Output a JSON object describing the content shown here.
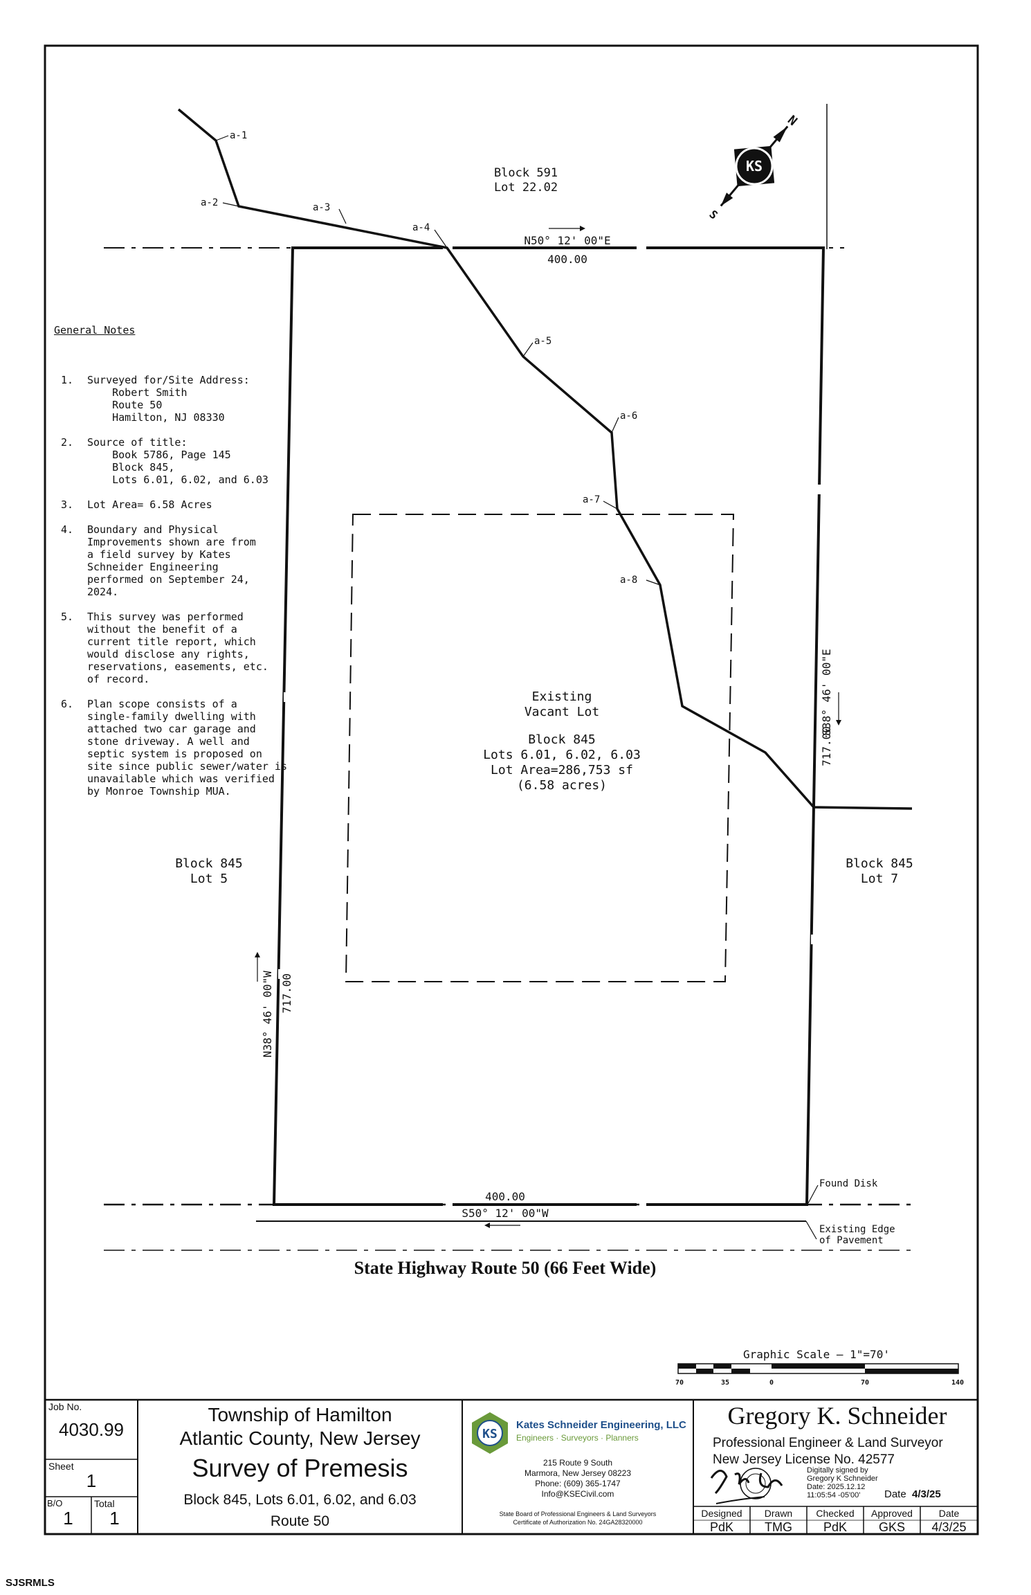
{
  "notes": {
    "title": "General Notes",
    "items": [
      {
        "num": "1.",
        "text": "Surveyed for/Site Address:\n    Robert Smith\n    Route 50\n    Hamilton, NJ 08330"
      },
      {
        "num": "2.",
        "text": "Source of title:\n    Book 5786, Page 145\n    Block 845,\n    Lots 6.01, 6.02, and 6.03"
      },
      {
        "num": "3.",
        "text": "Lot Area= 6.58 Acres"
      },
      {
        "num": "4.",
        "text": "Boundary and Physical\nImprovements shown are from\na field survey by Kates\nSchneider Engineering\nperformed on September 24,\n2024."
      },
      {
        "num": "5.",
        "text": "This survey was performed\nwithout the benefit of a\ncurrent title report, which\nwould disclose any rights,\nreservations, easements, etc.\nof record."
      },
      {
        "num": "6.",
        "text": "Plan scope consists of a\nsingle-family dwelling with\nattached two car garage and\nstone driveway. A well and\nseptic system is proposed on\nsite since public sewer/water is\nunavailable which was verified\nby Monroe Township MUA."
      }
    ]
  },
  "plan": {
    "block591": [
      "Block 591",
      "Lot 22.02"
    ],
    "north_bearing": "N50° 12' 00\"E",
    "north_distance": "400.00",
    "east_bearing": "S38° 46' 00\"E",
    "east_distance": "717.00",
    "west_bearing": "N38° 46' 00\"W",
    "west_distance": "717.00",
    "south_bearing": "S50° 12' 00\"W",
    "south_distance": "400.00",
    "center": [
      "Existing",
      "Vacant Lot",
      "",
      "Block 845",
      "Lots 6.01, 6.02, 6.03",
      "Lot Area=286,753 sf",
      "(6.58 acres)"
    ],
    "west_lot": [
      "Block 845",
      "Lot 5"
    ],
    "east_lot": [
      "Block 845",
      "Lot 7"
    ],
    "found_disk": "Found Disk",
    "pavement": [
      "Existing Edge",
      "of Pavement"
    ],
    "road": "State Highway Route 50 (66 Feet Wide)",
    "points": [
      "a-1",
      "a-2",
      "a-3",
      "a-4",
      "a-5",
      "a-6",
      "a-7",
      "a-8"
    ],
    "north_arrow": {
      "logo": "KS",
      "n": "N",
      "s": "S"
    },
    "scale": {
      "title": "Graphic Scale — 1\"=70'",
      "ticks": [
        "70",
        "35",
        "0",
        "70",
        "140"
      ]
    }
  },
  "titleblock": {
    "job_label": "Job No.",
    "job_no": "4030.99",
    "sheet_label": "Sheet",
    "sheet_no": "1",
    "bo_label": "B/O",
    "bo": "1",
    "total_label": "Total",
    "total": "1",
    "township": "Township of Hamilton",
    "county": "Atlantic County, New Jersey",
    "survey_title": "Survey of Premesis",
    "lots": "Block 845, Lots 6.01, 6.02, and 6.03",
    "route": "Route 50",
    "firm_logo": "KS",
    "firm_name": "Kates Schneider Engineering, LLC",
    "firm_tagline": "Engineers · Surveyors · Planners",
    "firm_address": "215 Route 9 South",
    "firm_city": "Marmora, New Jersey 08223",
    "firm_phone": "Phone: (609) 365-1747",
    "firm_email": "Info@KSECivil.com",
    "firm_board": "State Board of Professional Engineers & Land Surveyors",
    "firm_cert": "Certificate of Authorization No. 24GA28320000",
    "engineer": "Gregory K. Schneider",
    "engineer_title": "Professional Engineer & Land Surveyor",
    "license": "New Jersey License No. 42577",
    "digital_sig": [
      "Digitally signed by",
      "Gregory K Schneider",
      "Date: 2025.12.12",
      "11:05:54 -05'00'"
    ],
    "date_label": "Date",
    "date_value": "4/3/25",
    "approvals": [
      {
        "label": "Designed",
        "value": "PdK"
      },
      {
        "label": "Drawn",
        "value": "TMG"
      },
      {
        "label": "Checked",
        "value": "PdK"
      },
      {
        "label": "Approved",
        "value": "GKS"
      },
      {
        "label": "Date",
        "value": "4/3/25"
      }
    ]
  },
  "footer_tag": "SJSRMLS"
}
